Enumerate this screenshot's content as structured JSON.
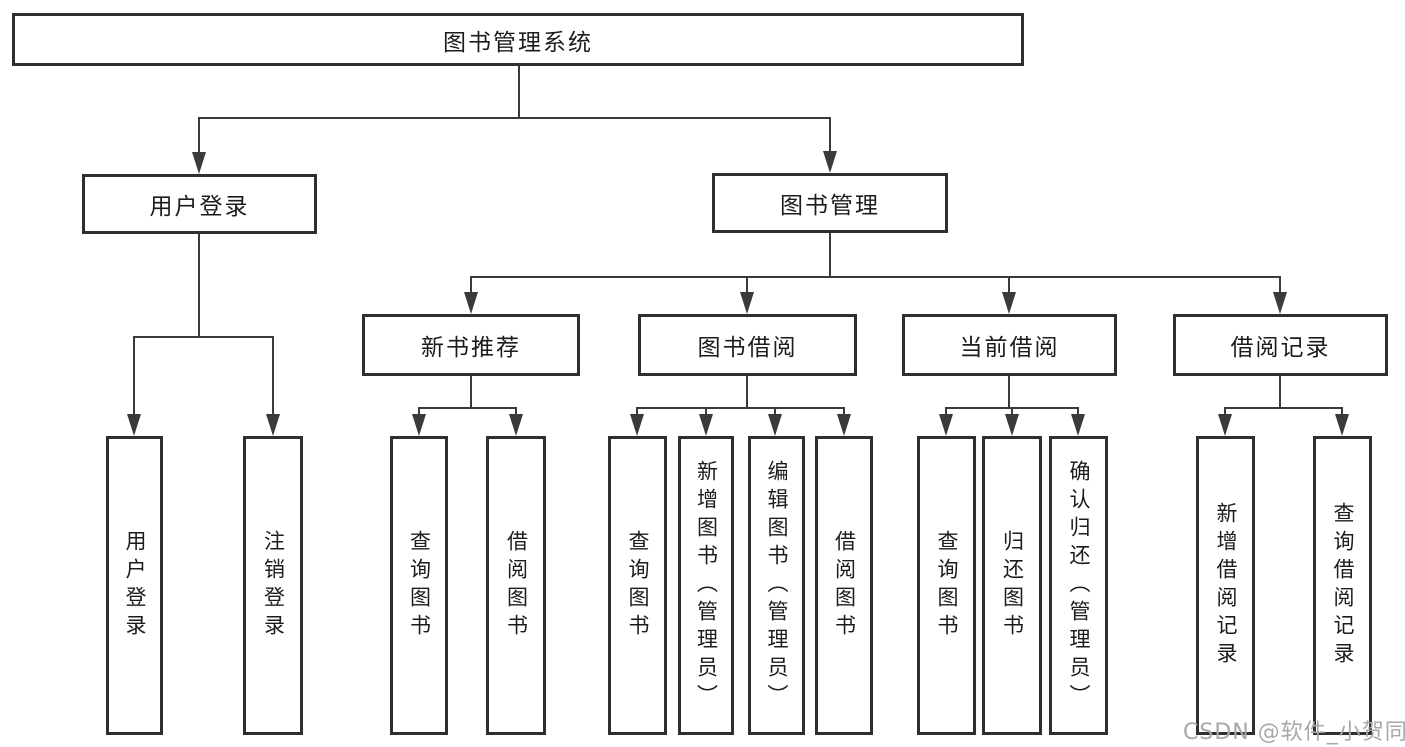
{
  "diagram": {
    "root": {
      "label": "图书管理系统"
    },
    "branches": [
      {
        "label": "用户登录",
        "children": [
          {
            "label": "用户登录"
          },
          {
            "label": "注销登录"
          }
        ]
      },
      {
        "label": "图书管理",
        "children": [
          {
            "label": "新书推荐",
            "children": [
              {
                "label": "查询图书"
              },
              {
                "label": "借阅图书"
              }
            ]
          },
          {
            "label": "图书借阅",
            "children": [
              {
                "label": "查询图书"
              },
              {
                "label": "新增图书（管理员）"
              },
              {
                "label": "编辑图书（管理员）"
              },
              {
                "label": "借阅图书"
              }
            ]
          },
          {
            "label": "当前借阅",
            "children": [
              {
                "label": "查询图书"
              },
              {
                "label": "归还图书"
              },
              {
                "label": "确认归还（管理员）"
              }
            ]
          },
          {
            "label": "借阅记录",
            "children": [
              {
                "label": "新增借阅记录"
              },
              {
                "label": "查询借阅记录"
              }
            ]
          }
        ]
      }
    ]
  },
  "watermark": {
    "text": "CSDN @软件_小贺同学"
  },
  "colors": {
    "line": "#3a3a3a",
    "box_border": "#2f2f2f",
    "box_fill": "#ffffff",
    "text": "#1c1c1c",
    "watermark": "#a8a8a8",
    "background": "#ffffff"
  }
}
